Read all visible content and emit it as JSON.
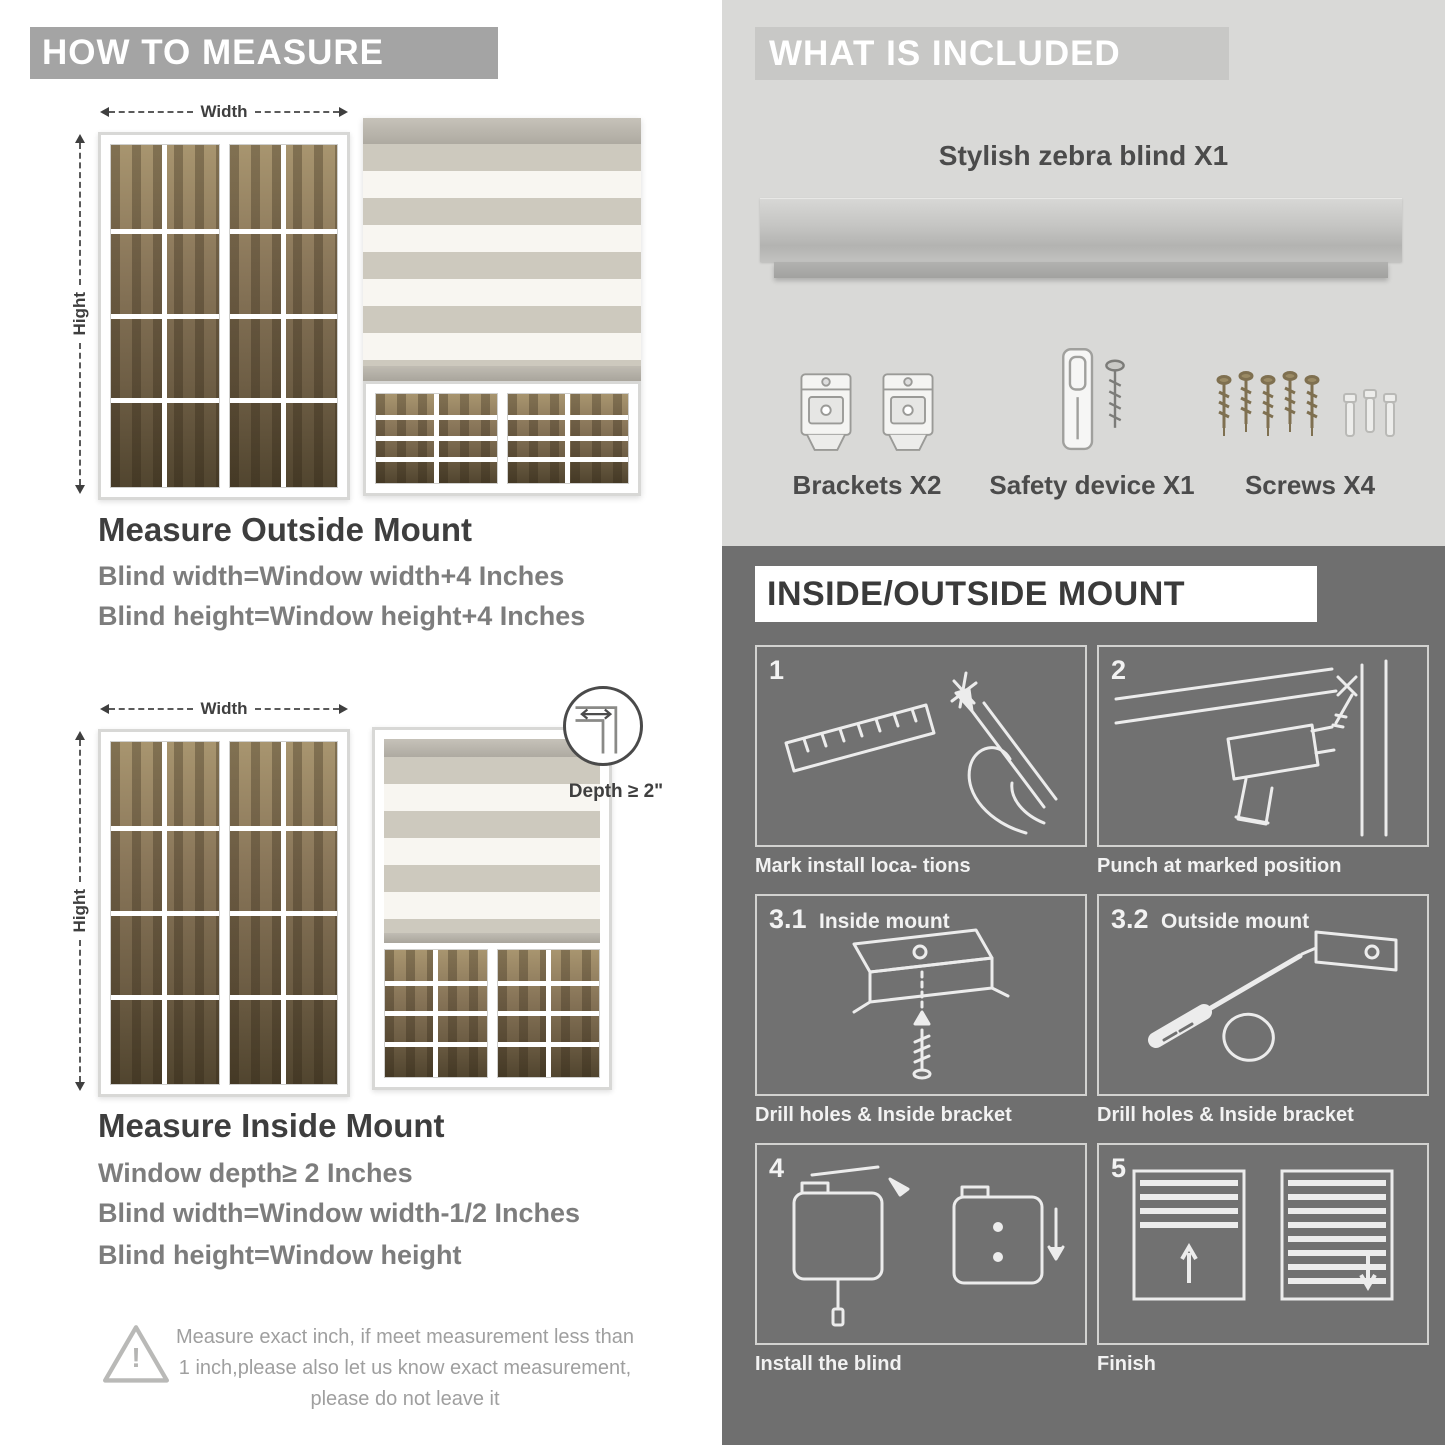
{
  "colors": {
    "left_banner": "#a4a4a4",
    "included_background": "#d9d9d7",
    "included_banner": "#c8c8c6",
    "mount_background": "#6f6f6f",
    "blind_stripe": "#cdc9be"
  },
  "left": {
    "header": "HOW TO MEASURE",
    "labels": {
      "width": "Width",
      "height": "Hight"
    },
    "outside": {
      "title": "Measure Outside Mount",
      "line1": "Blind width=Window width+4 Inches",
      "line2": "Blind height=Window height+4 Inches"
    },
    "inside": {
      "title": "Measure Inside Mount",
      "depth_note": "Depth ≥ 2\"",
      "line1": "Window depth≥ 2 Inches",
      "line2": "Blind width=Window width-1/2 Inches",
      "line3": "Blind height=Window height"
    },
    "warning_mark": "!",
    "warning": "Measure exact inch, if meet measurement less than 1 inch,please also let us know exact measurement, please do not leave it"
  },
  "right": {
    "included": {
      "header": "WHAT IS INCLUDED",
      "blind_label": "Stylish zebra blind X1",
      "items": [
        {
          "label": "Brackets X2"
        },
        {
          "label": "Safety device X1"
        },
        {
          "label": "Screws X4"
        }
      ]
    },
    "mount": {
      "header": "INSIDE/OUTSIDE MOUNT",
      "steps": [
        {
          "num": "1",
          "caption": "Mark install loca- tions"
        },
        {
          "num": "2",
          "caption": "Punch at  marked position"
        },
        {
          "num": "3.1",
          "title": "Inside mount",
          "caption": "Drill holes &  Inside bracket"
        },
        {
          "num": "3.2",
          "title": "Outside mount",
          "caption": "Drill holes &  Inside bracket"
        },
        {
          "num": "4",
          "caption": "Install the blind"
        },
        {
          "num": "5",
          "caption": "Finish"
        }
      ]
    }
  }
}
